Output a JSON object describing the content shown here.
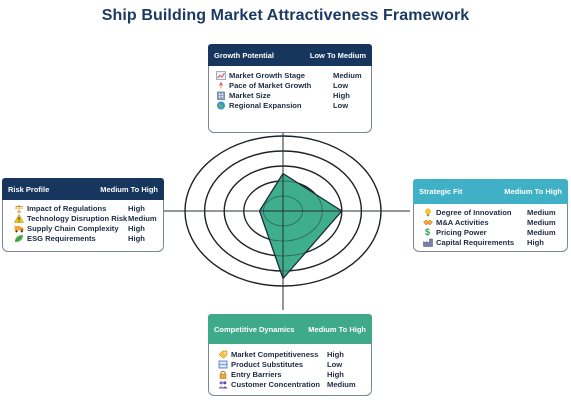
{
  "title": "Ship Building Market Attractiveness Framework",
  "colors": {
    "navy": "#17365d",
    "teal": "#3fb0c6",
    "green": "#3eaa87",
    "polygon_fill": "#3fae8c",
    "polygon_stroke": "#1d2b3a"
  },
  "growth": {
    "header": "Growth Potential",
    "rating": "Low To Medium",
    "items": [
      {
        "icon": "trend-chart-icon",
        "label": "Market Growth Stage",
        "value": "Medium"
      },
      {
        "icon": "rocket-icon",
        "label": "Pace of Market Growth",
        "value": "Low"
      },
      {
        "icon": "building-icon",
        "label": "Market Size",
        "value": "High"
      },
      {
        "icon": "globe-icon",
        "label": "Regional Expansion",
        "value": "Low"
      }
    ]
  },
  "risk": {
    "header": "Risk Profile",
    "rating": "Medium To High",
    "items": [
      {
        "icon": "scale-icon",
        "label": "Impact of Regulations",
        "value": "High"
      },
      {
        "icon": "warning-icon",
        "label": "Technology Disruption Risk",
        "value": "Medium"
      },
      {
        "icon": "truck-icon",
        "label": "Supply Chain Complexity",
        "value": "High"
      },
      {
        "icon": "leaf-icon",
        "label": "ESG Requirements",
        "value": "High"
      }
    ]
  },
  "strategic": {
    "header": "Strategic Fit",
    "rating": "Medium To High",
    "items": [
      {
        "icon": "lightbulb-icon",
        "label": "Degree of Innovation",
        "value": "Medium"
      },
      {
        "icon": "handshake-icon",
        "label": "M&A Activities",
        "value": "Medium"
      },
      {
        "icon": "dollar-icon",
        "label": "Pricing Power",
        "value": "Medium"
      },
      {
        "icon": "factory-icon",
        "label": "Capital Requirements",
        "value": "High"
      }
    ]
  },
  "competitive": {
    "header": "Competitive Dynamics",
    "rating": "Medium To High",
    "items": [
      {
        "icon": "tag-icon",
        "label": "Market Competitiveness",
        "value": "High"
      },
      {
        "icon": "box-icon",
        "label": "Product Substitutes",
        "value": "Low"
      },
      {
        "icon": "lock-icon",
        "label": "Entry Barriers",
        "value": "High"
      },
      {
        "icon": "users-icon",
        "label": "Customer Concentration",
        "value": "Medium"
      }
    ]
  },
  "radar": {
    "rings": 5,
    "max": 5,
    "axes": [
      "Growth Potential",
      "Strategic Fit",
      "Competitive Dynamics",
      "Risk Profile"
    ],
    "values": [
      2.5,
      3,
      4.5,
      1.2
    ]
  }
}
